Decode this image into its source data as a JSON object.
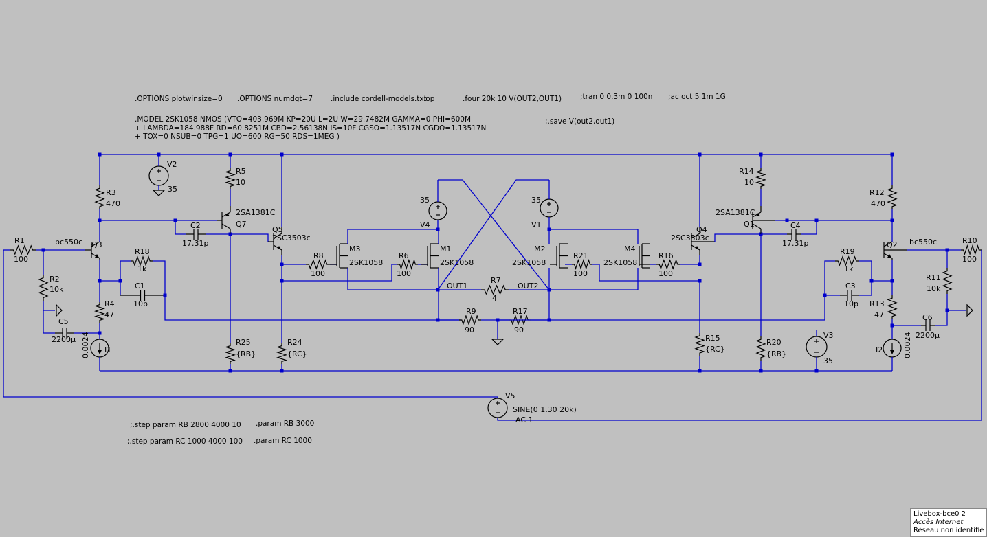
{
  "directives": [
    ".OPTIONS plotwinsize=0",
    ".OPTIONS numdgt=7",
    ".include cordell-models.txt",
    ".op",
    ".four 20k 10 V(OUT2,OUT1)",
    ";tran 0 0.3m 0 100n",
    ";ac oct 5 1m 1G",
    ".MODEL 2SK1058 NMOS (VTO=403.969M KP=20U L=2U W=29.7482M GAMMA=0 PHI=600M",
    "+ LAMBDA=184.988F RD=60.8251M CBD=2.56138N IS=10F CGSO=1.13517N CGDO=1.13517N",
    "+ TOX=0 NSUB=0 TPG=1 UO=600 RG=50 RDS=1MEG )",
    ";.save V(out2,out1)",
    ";.step param RB 2800 4000 10",
    ".param RB 3000",
    ";.step param RC 1000 4000 100",
    ".param RC 1000"
  ],
  "labels": {
    "R1": "R1",
    "R1v": "100",
    "R2": "R2",
    "R2v": "10k",
    "R3": "R3",
    "R3v": "470",
    "R4": "R4",
    "R4v": "47",
    "R5": "R5",
    "R5v": "10",
    "R6": "R6",
    "R6v": "100",
    "R7": "R7",
    "R7v": "4",
    "R8": "R8",
    "R8v": "100",
    "R9": "R9",
    "R9v": "90",
    "R10": "R10",
    "R10v": "100",
    "R11": "R11",
    "R11v": "10k",
    "R12": "R12",
    "R12v": "470",
    "R13": "R13",
    "R13v": "47",
    "R14": "R14",
    "R14v": "10",
    "R15": "R15",
    "R15v": "{RC}",
    "R16": "R16",
    "R16v": "100",
    "R17": "R17",
    "R17v": "90",
    "R18": "R18",
    "R18v": "1k",
    "R19": "R19",
    "R19v": "1k",
    "R20": "R20",
    "R20v": "{RB}",
    "R21": "R21",
    "R21v": "100",
    "R24": "R24",
    "R24v": "{RC}",
    "R25": "R25",
    "R25v": "{RB}",
    "C1": "C1",
    "C1v": "10p",
    "C2": "C2",
    "C2v": "17.31p",
    "C3": "C3",
    "C3v": "10p",
    "C4": "C4",
    "C4v": "17.31p",
    "C5": "C5",
    "C5v": "2200µ",
    "C6": "C6",
    "C6v": "2200µ",
    "Q1": "Q1",
    "Q2": "Q2",
    "Q3": "Q3",
    "Q4": "Q4",
    "Q5": "Q5",
    "Q7": "Q7",
    "bc550c": "bc550c",
    "2SA1381C": "2SA1381C",
    "2SC3503c": "2SC3503c",
    "M1": "M1",
    "M2": "M2",
    "M3": "M3",
    "M4": "M4",
    "2SK1058": "2SK1058",
    "V1": "V1",
    "V2": "V2",
    "V3": "V3",
    "V4": "V4",
    "V5": "V5",
    "35": "35",
    "I1": "I1",
    "I2": "I2",
    "Iv": "0.0024",
    "OUT1": "OUT1",
    "OUT2": "OUT2",
    "sine": "SINE(0 1.30 20k)",
    "ac1": "AC 1"
  },
  "notification": {
    "line1": "Livebox-bce0  2",
    "line2": "Accès Internet",
    "line3": "Réseau non identifié"
  }
}
